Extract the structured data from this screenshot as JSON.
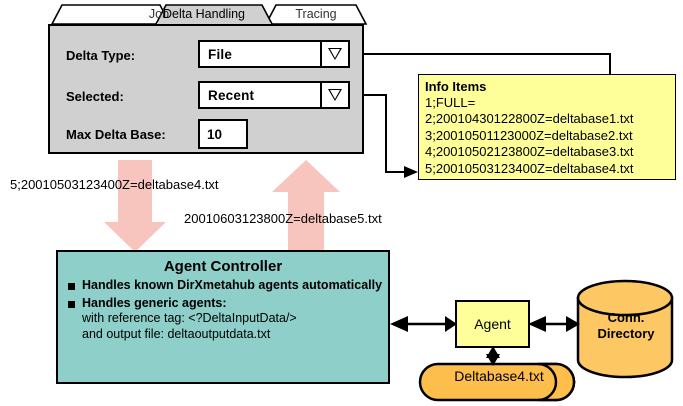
{
  "dialog": {
    "tabs": [
      {
        "label": "Job",
        "active": false
      },
      {
        "label": "Delta Handling",
        "active": true
      },
      {
        "label": "Tracing",
        "active": false
      }
    ],
    "fields": {
      "delta_type": {
        "label": "Delta Type:",
        "value": "File",
        "control": "dropdown"
      },
      "selected": {
        "label": "Selected:",
        "value": "Recent",
        "control": "dropdown"
      },
      "max_delta_base": {
        "label": "Max Delta Base:",
        "value": "10",
        "control": "textbox"
      }
    }
  },
  "info_items": {
    "title": "Info Items",
    "lines": [
      "1;FULL=",
      "2;20010430122800Z=deltabase1.txt",
      "3;20010501123000Z=deltabase2.txt",
      "4;20010502123800Z=deltabase3.txt",
      "5;20010503123400Z=deltabase4.txt"
    ]
  },
  "annotations": {
    "left_flow": "5;20010503123400Z=deltabase4.txt",
    "right_flow": "20010603123800Z=deltabase5.txt"
  },
  "agent_controller": {
    "title": "Agent Controller",
    "bullets": [
      {
        "text": "Handles known DirXmetahub agents automatically",
        "subs": []
      },
      {
        "text": "Handles generic agents:",
        "subs": [
          "with reference tag: <?DeltaInputData/>",
          "and output file: deltaoutputdata.txt"
        ]
      }
    ]
  },
  "agent": {
    "label": "Agent"
  },
  "conn_directory": {
    "line1": "Conn.",
    "line2": "Directory"
  },
  "deltabase_file": {
    "label": "Deltabase4.txt"
  },
  "colors": {
    "dialog_bg": "#d0d0d0",
    "info_bg": "#ffff99",
    "agent_controller_bg": "#8ecfc9",
    "agent_bg": "#ffff99",
    "cylinder_bg": "#fdc864",
    "tape_bg": "#fdbe4b",
    "flow_arrow": "#f7c5bd",
    "outline": "#000000"
  }
}
